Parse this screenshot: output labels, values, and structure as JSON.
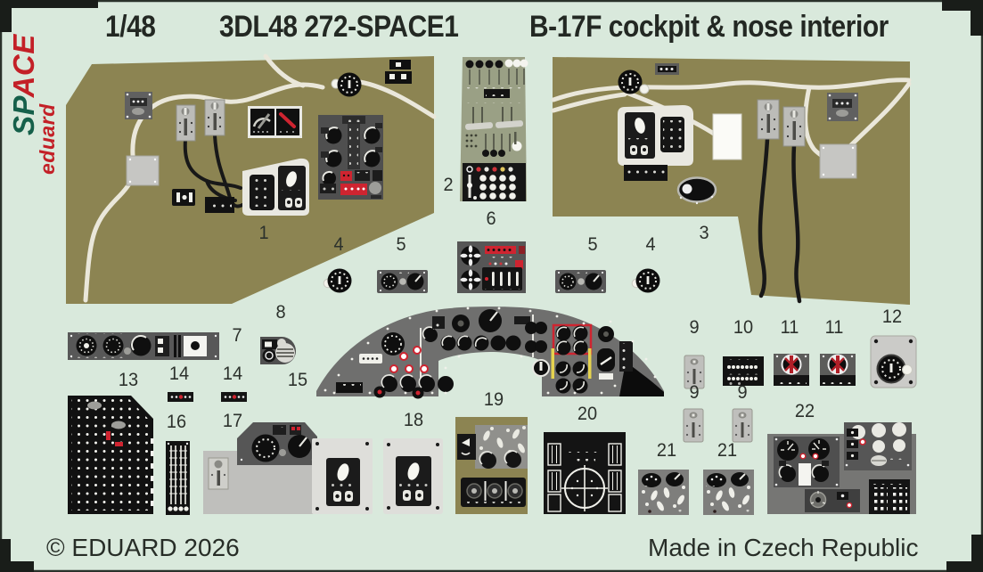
{
  "header": {
    "scale": "1/48",
    "product_code": "3DL48 272-SPACE1",
    "title": "B-17F cockpit & nose interior"
  },
  "logo": {
    "brand": "eduard",
    "space_prefix": "SP",
    "space_suffix": "ACE"
  },
  "footer": {
    "copyright": "© EDUARD 2026",
    "origin": "Made in Czech Republic"
  },
  "colors": {
    "background": "#d9e9dc",
    "olive_film": "#8c8452",
    "sage_console": "#9aa085",
    "panel_gray": "#565656",
    "panel_gray_mid": "#717170",
    "light_gray": "#c3c3c1",
    "cream": "#e9e8e1",
    "black": "#141414",
    "brand_red": "#c32027",
    "logo_green": "#15604a",
    "accent_red": "#cf2430",
    "accent_yellow": "#e5d34f",
    "wire_cream": "#eae7da"
  },
  "parts": [
    {
      "id": "part-1",
      "label": "1"
    },
    {
      "id": "part-2",
      "label": "2"
    },
    {
      "id": "part-3",
      "label": "3"
    },
    {
      "id": "part-4a",
      "label": "4"
    },
    {
      "id": "part-5a",
      "label": "5"
    },
    {
      "id": "part-6",
      "label": "6"
    },
    {
      "id": "part-5b",
      "label": "5"
    },
    {
      "id": "part-4b",
      "label": "4"
    },
    {
      "id": "part-7",
      "label": "7"
    },
    {
      "id": "part-8",
      "label": "8"
    },
    {
      "id": "part-9a",
      "label": "9"
    },
    {
      "id": "part-10",
      "label": "10"
    },
    {
      "id": "part-11a",
      "label": "11"
    },
    {
      "id": "part-11b",
      "label": "11"
    },
    {
      "id": "part-12",
      "label": "12"
    },
    {
      "id": "part-13",
      "label": "13"
    },
    {
      "id": "part-14a",
      "label": "14"
    },
    {
      "id": "part-14b",
      "label": "14"
    },
    {
      "id": "part-15",
      "label": "15"
    },
    {
      "id": "part-9b",
      "label": "9"
    },
    {
      "id": "part-9c",
      "label": "9"
    },
    {
      "id": "part-16",
      "label": "16"
    },
    {
      "id": "part-17",
      "label": "17"
    },
    {
      "id": "part-18",
      "label": "18"
    },
    {
      "id": "part-19",
      "label": "19"
    },
    {
      "id": "part-20",
      "label": "20"
    },
    {
      "id": "part-21a",
      "label": "21"
    },
    {
      "id": "part-21b",
      "label": "21"
    },
    {
      "id": "part-22",
      "label": "22"
    }
  ]
}
